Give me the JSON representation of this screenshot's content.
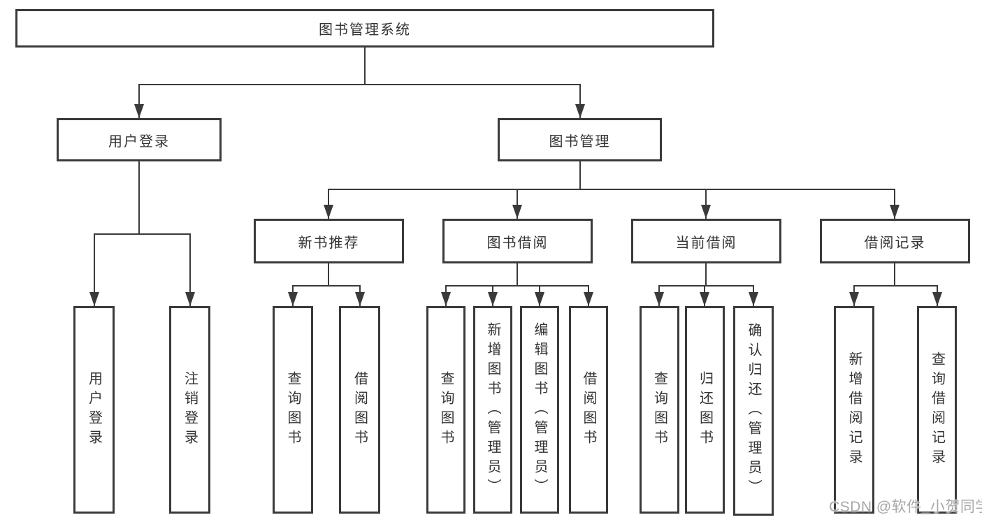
{
  "diagram": {
    "root": {
      "label": "图书管理系统"
    },
    "level2": {
      "user_login": {
        "label": "用户登录"
      },
      "book_mgmt": {
        "label": "图书管理"
      }
    },
    "level3": {
      "new_books": {
        "label": "新书推荐"
      },
      "borrow": {
        "label": "图书借阅"
      },
      "current": {
        "label": "当前借阅"
      },
      "records": {
        "label": "借阅记录"
      }
    },
    "leaves": {
      "user_login": [
        "用户登录",
        "注销登录"
      ],
      "new_books": [
        "查询图书",
        "借阅图书"
      ],
      "borrow": [
        "查询图书",
        "新增图书（管理员）",
        "编辑图书（管理员）",
        "借阅图书"
      ],
      "current": [
        "查询图书",
        "归还图书",
        "确认归还（管理员）"
      ],
      "records": [
        "新增借阅记录",
        "查询借阅记录"
      ]
    },
    "watermark": "CSDN @软件_小贺同学",
    "colors": {
      "line": "#3a3a3a",
      "text": "#333333",
      "background": "#ffffff",
      "watermark": "#a8a8a8"
    }
  }
}
